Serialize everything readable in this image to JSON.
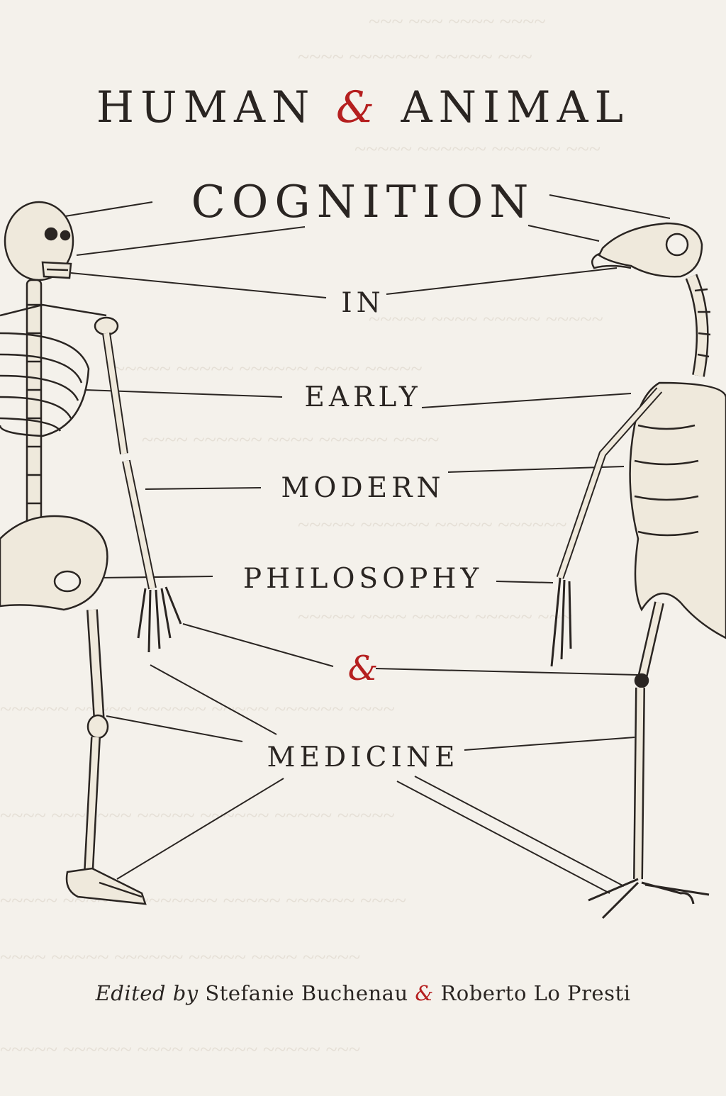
{
  "cover": {
    "title_line1_part1": "HUMAN",
    "title_amp": "&",
    "title_line1_part2": "ANIMAL",
    "title_line2": "COGNITION",
    "subtitle_in": "IN",
    "subtitle_early": "EARLY",
    "subtitle_modern": "MODERN",
    "subtitle_philosophy": "PHILOSOPHY",
    "subtitle_amp": "&",
    "subtitle_medicine": "MEDICINE",
    "editors_prefix": "Edited by",
    "editor1": "Stefanie Buchenau",
    "editors_amp": "&",
    "editor2": "Roberto Lo Presti"
  },
  "colors": {
    "background": "#f4f1eb",
    "text": "#2a2522",
    "accent_red": "#b51f1f",
    "bone": "#efe9dc"
  },
  "illustrations": {
    "left": "human-skeleton-icon",
    "right": "bird-skeleton-icon"
  }
}
